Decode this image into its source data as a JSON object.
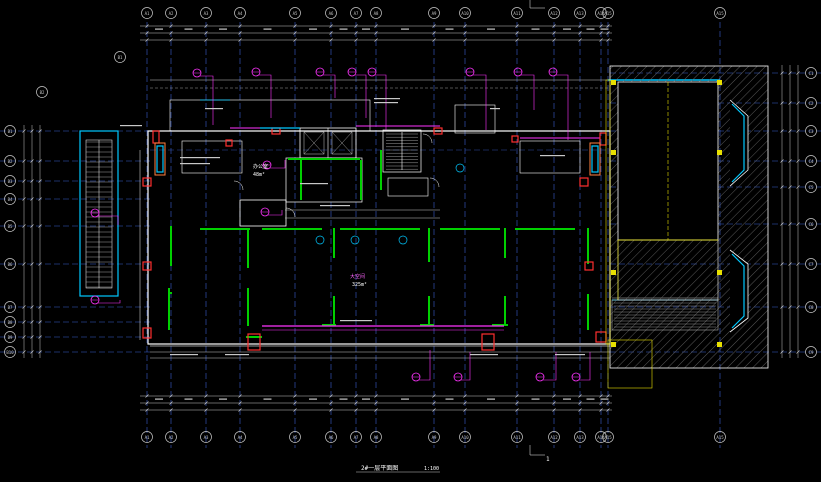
{
  "colors": {
    "background": "#000000",
    "grid": "#3a5fd0",
    "dim": "#c8c8c8",
    "wall": "#ffffff",
    "column": "#00d000",
    "callout": "#ff33ff",
    "cyan": "#00c8ff",
    "yellow": "#e8e000",
    "red": "#ff3030",
    "hatch": "#707070",
    "orange": "#ff8040"
  },
  "axes": {
    "top": [
      "A1",
      "A2",
      "A3",
      "A4",
      "A5",
      "A6",
      "A7",
      "A8",
      "A9",
      "A10",
      "A11",
      "A12",
      "A13",
      "A14",
      "A15"
    ],
    "left": [
      "B1",
      "B2",
      "B3",
      "B4",
      "B5",
      "B6",
      "B7",
      "B8",
      "B9",
      "B10"
    ],
    "right": [
      "C1",
      "C2",
      "C3",
      "C4",
      "C5",
      "C6",
      "C7",
      "C8",
      "C9"
    ]
  },
  "labels": {
    "drawing_title": "2#一层平面图",
    "scale": "1:100",
    "bottom_mark": "1",
    "upper_room": "办公室",
    "upper_room_area": "48m²",
    "main_room": "大空间",
    "main_room_area": "325m²"
  },
  "icons": {
    "callout_marker": "detail-callout-icon",
    "grid_bubble": "axis-bubble-icon",
    "north": "section-mark-icon"
  }
}
